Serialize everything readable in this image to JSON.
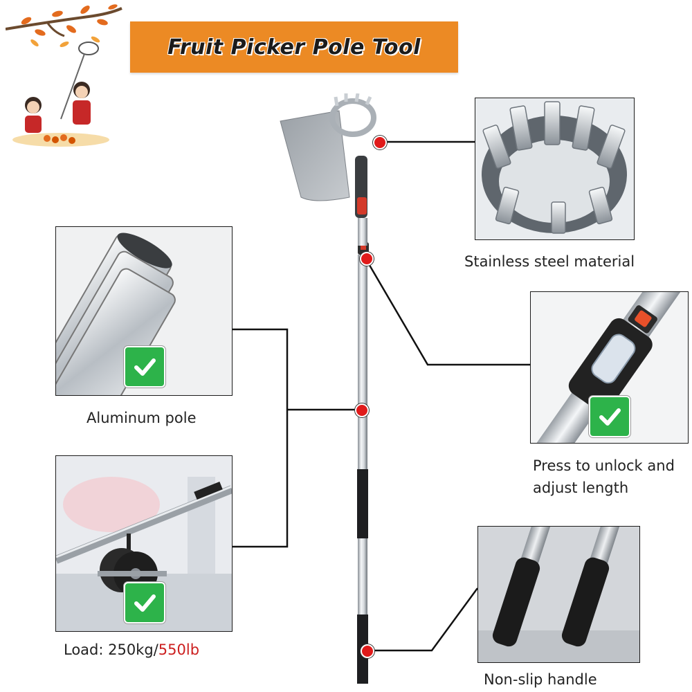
{
  "title": "Fruit Picker Pole Tool",
  "features": {
    "stainless": {
      "label": "Stainless steel material"
    },
    "aluminum": {
      "label": "Aluminum pole"
    },
    "unlock": {
      "line1": "Press to unlock and",
      "line2": "adjust length"
    },
    "load": {
      "prefix": "Load: 250kg/",
      "highlight": "550lb"
    },
    "handle": {
      "label": "Non-slip handle"
    }
  },
  "colors": {
    "banner": "#ec8a24",
    "marker": "#e01a1a",
    "check": "#2db34a",
    "highlight": "#cc1f1f"
  },
  "icons": [
    "check-icon",
    "marker-dot"
  ]
}
